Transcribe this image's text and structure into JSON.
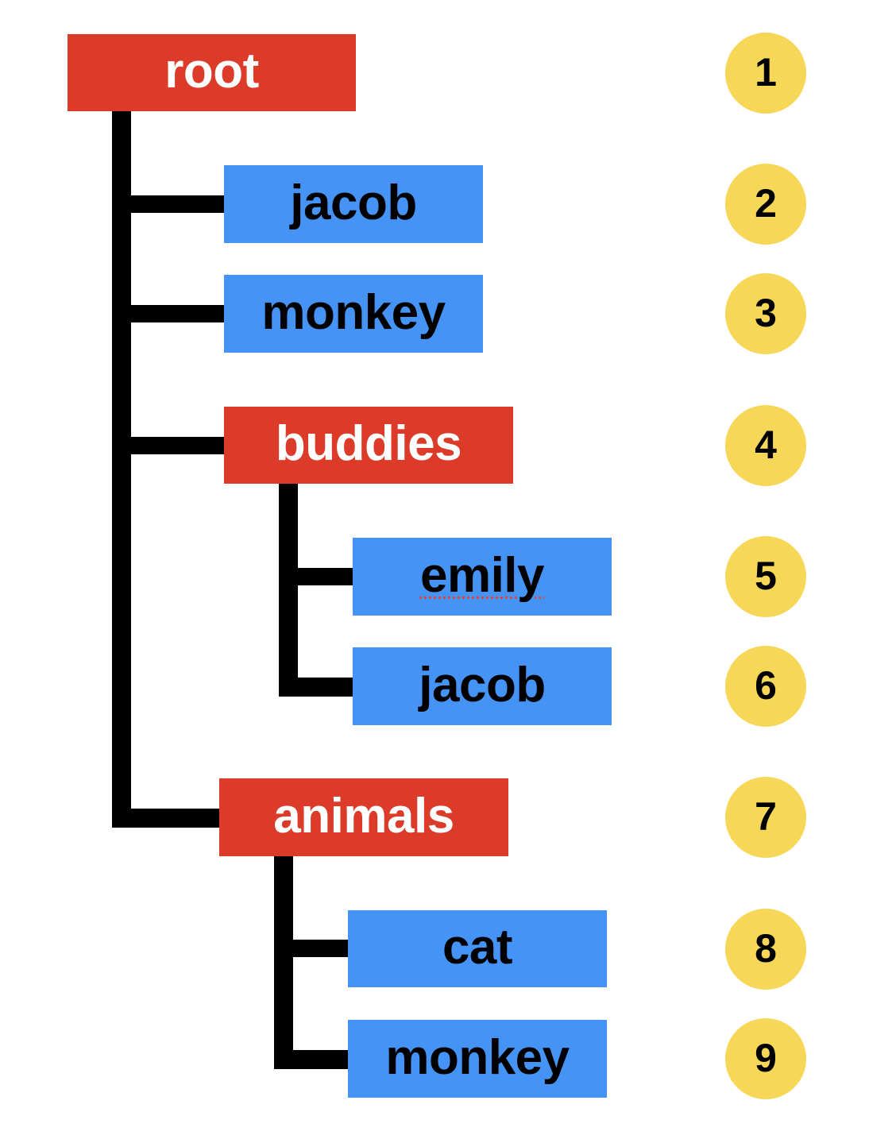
{
  "colors": {
    "folder_node": "#db3b28",
    "leaf_node": "#4493f5",
    "badge": "#f6d757",
    "connector": "#000000"
  },
  "nodes": [
    {
      "label": "root",
      "kind": "folder",
      "depth": 0,
      "number": "1"
    },
    {
      "label": "jacob",
      "kind": "leaf",
      "depth": 1,
      "number": "2"
    },
    {
      "label": "monkey",
      "kind": "leaf",
      "depth": 1,
      "number": "3"
    },
    {
      "label": "buddies",
      "kind": "folder",
      "depth": 1,
      "number": "4"
    },
    {
      "label": "emily",
      "kind": "leaf",
      "depth": 2,
      "number": "5"
    },
    {
      "label": "jacob",
      "kind": "leaf",
      "depth": 2,
      "number": "6"
    },
    {
      "label": "animals",
      "kind": "folder",
      "depth": 1,
      "number": "7"
    },
    {
      "label": "cat",
      "kind": "leaf",
      "depth": 2,
      "number": "8"
    },
    {
      "label": "monkey",
      "kind": "leaf",
      "depth": 2,
      "number": "9"
    }
  ]
}
